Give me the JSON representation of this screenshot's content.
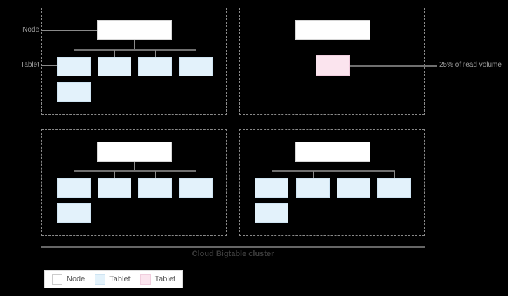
{
  "diagram": {
    "caption": "Cloud Bigtable cluster",
    "callouts": [
      {
        "name": "node",
        "text": "Node"
      },
      {
        "name": "tablet",
        "text": "Tablet"
      },
      {
        "name": "read-volume",
        "text": "25% of read volume"
      }
    ],
    "colors": {
      "background": "#000000",
      "node_fill": "#ffffff",
      "node_border": "#d6d6d6",
      "tablet_fill": "#e3f2fb",
      "tablet_border": "#cfe4f2",
      "hot_tablet_fill": "#fbe4ee",
      "hot_tablet_border": "#f0cede",
      "panel_border": "#8a8a8a",
      "connector": "#8a8a8a",
      "divider": "#666666",
      "caption_text": "#3b3b3b",
      "callout_text": "#9a9a9a",
      "legend_text": "#5f5f5f"
    },
    "panels": [
      {
        "id": "top-left",
        "node_label": "",
        "tablet_count": 5,
        "hot_tablets": 0
      },
      {
        "id": "top-right",
        "node_label": "",
        "tablet_count": 1,
        "hot_tablets": 1
      },
      {
        "id": "bottom-left",
        "node_label": "",
        "tablet_count": 5,
        "hot_tablets": 0
      },
      {
        "id": "bottom-right",
        "node_label": "",
        "tablet_count": 5,
        "hot_tablets": 0
      }
    ]
  },
  "legend": {
    "items": [
      {
        "swatch": "node",
        "label": "Node"
      },
      {
        "swatch": "tablet",
        "label": "Tablet"
      },
      {
        "swatch": "hot",
        "label": "Tablet"
      }
    ]
  }
}
